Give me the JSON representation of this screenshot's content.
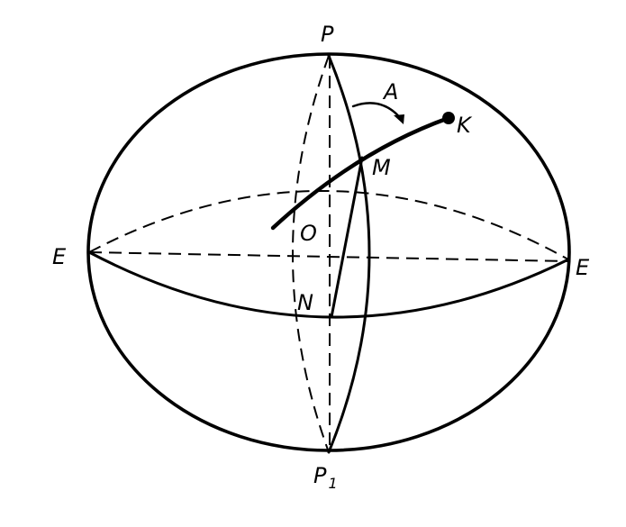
{
  "labels": {
    "pole_top": "P",
    "pole_bottom": "P",
    "pole_bottom_sub": "1",
    "equator_left": "E",
    "equator_right": "E",
    "point_k": "K",
    "point_m": "M",
    "point_o": "O",
    "point_n": "N",
    "angle_a": "A"
  }
}
